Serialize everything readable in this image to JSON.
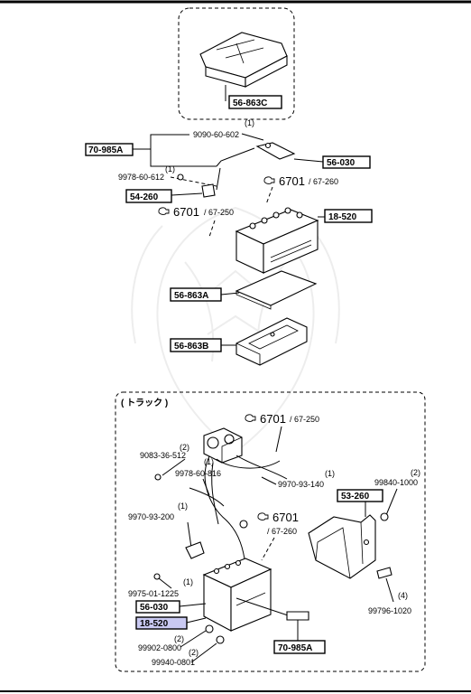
{
  "header_rule_color": "#000000",
  "highlight_color": "#c9c9f2",
  "section_label": "( トラック )",
  "code_boxes": {
    "c_56_863c": "56-863C",
    "c_70_985a_top": "70-985A",
    "c_56_030_top": "56-030",
    "c_54_260": "54-260",
    "c_18_520_top": "18-520",
    "c_56_863a": "56-863A",
    "c_56_863b": "56-863B",
    "c_53_260": "53-260",
    "c_56_030_bot": "56-030",
    "c_18_520_bot": "18-520",
    "c_70_985a_bot": "70-985A"
  },
  "part_numbers": {
    "p_9090": "9090-60-602",
    "p_9978_top": "9978-60-612",
    "p_9083": "9083-36-512",
    "p_9978_bot": "9978-60-816",
    "p_9970_140": "9970-93-140",
    "p_99840": "99840-1000",
    "p_9970_200": "9970-93-200",
    "p_9975": "9975-01-1225",
    "p_99902": "99902-0800",
    "p_99940": "99940-0801",
    "p_99796": "99796-1020"
  },
  "quantities": {
    "q_9090": "(1)",
    "q_9978_top": "(1)",
    "q_9083": "(2)",
    "q_9978_bot": "(1)",
    "q_9970_140": "(1)",
    "q_99840": "(2)",
    "q_9970_200": "(1)",
    "q_9975": "(1)",
    "q_99902": "(2)",
    "q_99940": "(2)",
    "q_99796": "(4)"
  },
  "refs": {
    "r1_num": "6701",
    "r1_sub": "/ 67-260",
    "r2_num": "6701",
    "r2_sub": "/ 67-250",
    "r3_num": "6701",
    "r3_sub": "/ 67-250",
    "r4_num": "6701",
    "r4_sub": "/ 67-260"
  }
}
